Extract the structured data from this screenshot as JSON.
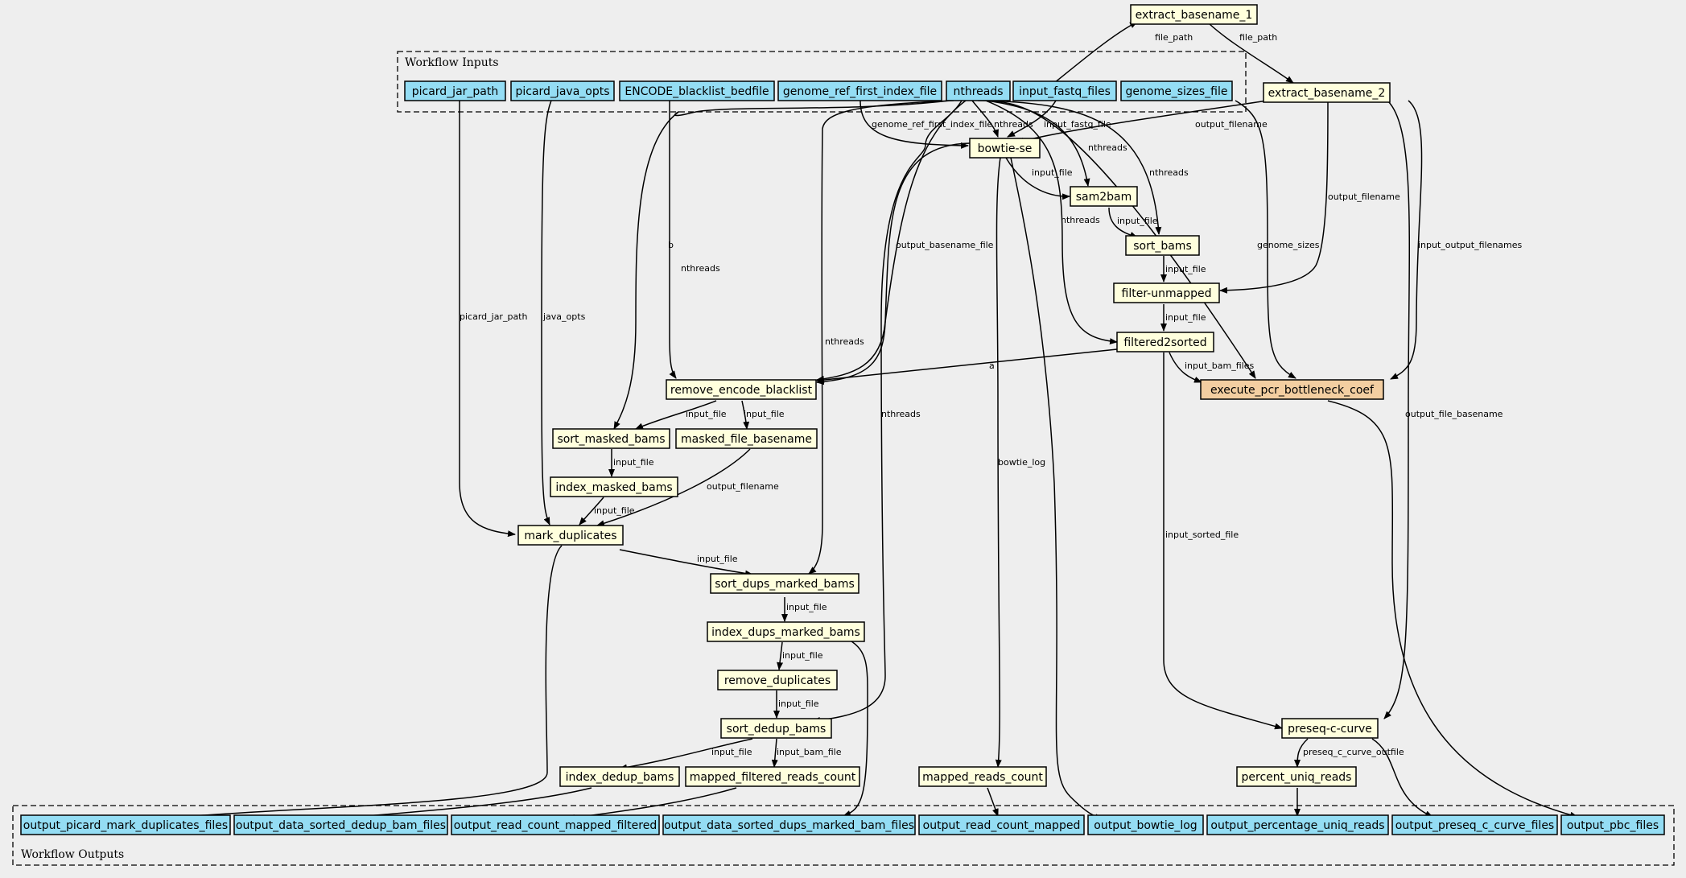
{
  "clusters": {
    "inputs_label": "Workflow Inputs",
    "outputs_label": "Workflow Outputs"
  },
  "colors": {
    "input": "#94ddf4",
    "step": "#ffffdd",
    "special": "#f3cea1",
    "output": "#94ddf4",
    "background": "#eeeeee"
  },
  "nodes": {
    "picard_jar_path": "picard_jar_path",
    "picard_java_opts": "picard_java_opts",
    "encode_blacklist_bedfile": "ENCODE_blacklist_bedfile",
    "genome_ref_first_index_file": "genome_ref_first_index_file",
    "nthreads": "nthreads",
    "input_fastq_files": "input_fastq_files",
    "genome_sizes_file": "genome_sizes_file",
    "extract_basename_1": "extract_basename_1",
    "extract_basename_2": "extract_basename_2",
    "bowtie_se": "bowtie-se",
    "sam2bam": "sam2bam",
    "sort_bams": "sort_bams",
    "filter_unmapped": "filter-unmapped",
    "filtered2sorted": "filtered2sorted",
    "remove_encode_blacklist": "remove_encode_blacklist",
    "execute_pcr_bottleneck_coef": "execute_pcr_bottleneck_coef",
    "sort_masked_bams": "sort_masked_bams",
    "masked_file_basename": "masked_file_basename",
    "index_masked_bams": "index_masked_bams",
    "mark_duplicates": "mark_duplicates",
    "sort_dups_marked_bams": "sort_dups_marked_bams",
    "index_dups_marked_bams": "index_dups_marked_bams",
    "remove_duplicates": "remove_duplicates",
    "sort_dedup_bams": "sort_dedup_bams",
    "index_dedup_bams": "index_dedup_bams",
    "mapped_filtered_reads_count": "mapped_filtered_reads_count",
    "mapped_reads_count": "mapped_reads_count",
    "preseq_c_curve": "preseq-c-curve",
    "percent_uniq_reads": "percent_uniq_reads",
    "output_picard_mark_duplicates_files": "output_picard_mark_duplicates_files",
    "output_data_sorted_dedup_bam_files": "output_data_sorted_dedup_bam_files",
    "output_read_count_mapped_filtered": "output_read_count_mapped_filtered",
    "output_data_sorted_dups_marked_bam_files": "output_data_sorted_dups_marked_bam_files",
    "output_read_count_mapped": "output_read_count_mapped",
    "output_bowtie_log": "output_bowtie_log",
    "output_percentage_uniq_reads": "output_percentage_uniq_reads",
    "output_preseq_c_curve_files": "output_preseq_c_curve_files",
    "output_pbc_files": "output_pbc_files"
  },
  "edge_labels": {
    "file_path_1": "file_path",
    "file_path_2": "file_path",
    "output_filename_bowtie": "output_filename",
    "genome_ref_first_index_file": "genome_ref_first_index_file",
    "nthreads_bowtie": "nthreads",
    "input_fastq_file": "input_fastq_file",
    "nthreads_sam2bam": "nthreads",
    "nthreads_sort_bams": "nthreads",
    "input_file_sam2bam": "input_file",
    "input_file_sort_bams": "input_file",
    "output_filename_filter": "output_filename",
    "input_file_filter": "input_file",
    "input_output_filenames": "input_output_filenames",
    "nthreads_filtered2sorted": "nthreads",
    "genome_sizes": "genome_sizes",
    "input_file_filtered2sorted": "input_file",
    "input_bam_files": "input_bam_files",
    "a": "a",
    "b": "b",
    "output_basename_file": "output_basename_file",
    "nthreads_sort_masked": "nthreads",
    "picard_jar_path": "picard_jar_path",
    "java_opts": "java_opts",
    "nthreads_sort_dups": "nthreads",
    "nthreads_sort_dedup": "nthreads",
    "input_file_sort_masked": "input_file",
    "input_file_masked_basename": "input_file",
    "input_file_index_masked": "input_file",
    "input_file_mark_dup": "input_file",
    "output_filename_mark_dup": "output_filename",
    "input_file_sort_dups": "input_file",
    "input_file_index_dups": "input_file",
    "input_file_remove_dup": "input_file",
    "input_file_sort_dedup": "input_file",
    "input_file_index_dedup": "input_file",
    "input_bam_file": "input_bam_file",
    "bowtie_log": "bowtie_log",
    "input_sorted_file": "input_sorted_file",
    "output_file_basename": "output_file_basename",
    "preseq_c_curve_outfile": "preseq_c_curve_outfile"
  }
}
